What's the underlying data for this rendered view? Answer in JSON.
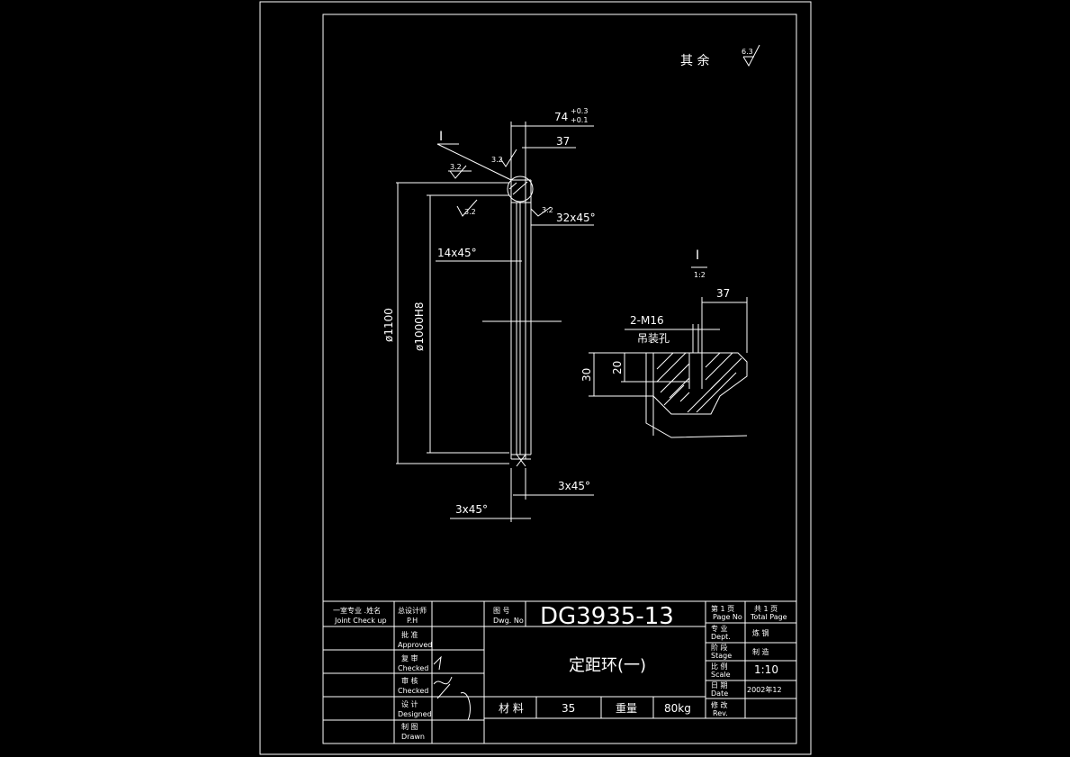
{
  "surface_note": {
    "label": "其 余",
    "roughness": "6.3"
  },
  "main_view": {
    "dim_74": "74",
    "dim_74_tol_upper": "+0.3",
    "dim_74_tol_lower": "+0.1",
    "dim_37": "37",
    "detail_marker": "I",
    "rough_32_a": "3.2",
    "rough_32_b": "3.2",
    "rough_32_c": "3.2",
    "rough_32_d": "3.2",
    "chamfer_top": "32x45°",
    "chamfer_14": "14x45°",
    "dia_outer": "ø1100",
    "dia_inner": "ø1000H8",
    "chamfer_bot_right": "3x45°",
    "chamfer_bot_left": "3x45°"
  },
  "detail_view": {
    "label": "I",
    "scale": "1:2",
    "dim_37": "37",
    "thread": "2-M16",
    "hole_note": "吊装孔",
    "dim_30": "30",
    "dim_20": "20"
  },
  "title_block": {
    "joint_check": "一室专业  .姓名",
    "joint_check_en": "Joint Check up",
    "ph": "总设计师",
    "ph_en": "P.H",
    "approved": "批 准",
    "approved_en": "Approved",
    "checked": "复 审",
    "checked_en": "Checked",
    "checked2": "审 核",
    "checked2_en": "Checked",
    "designed": "设 计",
    "designed_en": "Designed",
    "drawn": "制 图",
    "drawn_en": "Drawn",
    "dwg_no_label": "图    号",
    "dwg_no_label_en": "Dwg. No",
    "dwg_no": "DG3935-13",
    "page_label": "第 1 页",
    "page_label_en": "Page No",
    "total_label": "共 1 页",
    "total_label_en": "Total Page",
    "part_name": "定距环(一)",
    "dept_label": "专 业",
    "dept_label_en": "Dept.",
    "dept_value": "炼 钢",
    "stage_label": "阶 段",
    "stage_label_en": "Stage",
    "stage_value": "制 造",
    "scale_label": "比 例",
    "scale_label_en": "Scale",
    "scale_value": "1:10",
    "date_label": "日 期",
    "date_label_en": "Date",
    "date_value": "2002年12",
    "rev_label": "修 改",
    "rev_label_en": "Rev.",
    "material_label": "材 料",
    "material_value": "35",
    "weight_label": "重量",
    "weight_value": "80kg"
  }
}
